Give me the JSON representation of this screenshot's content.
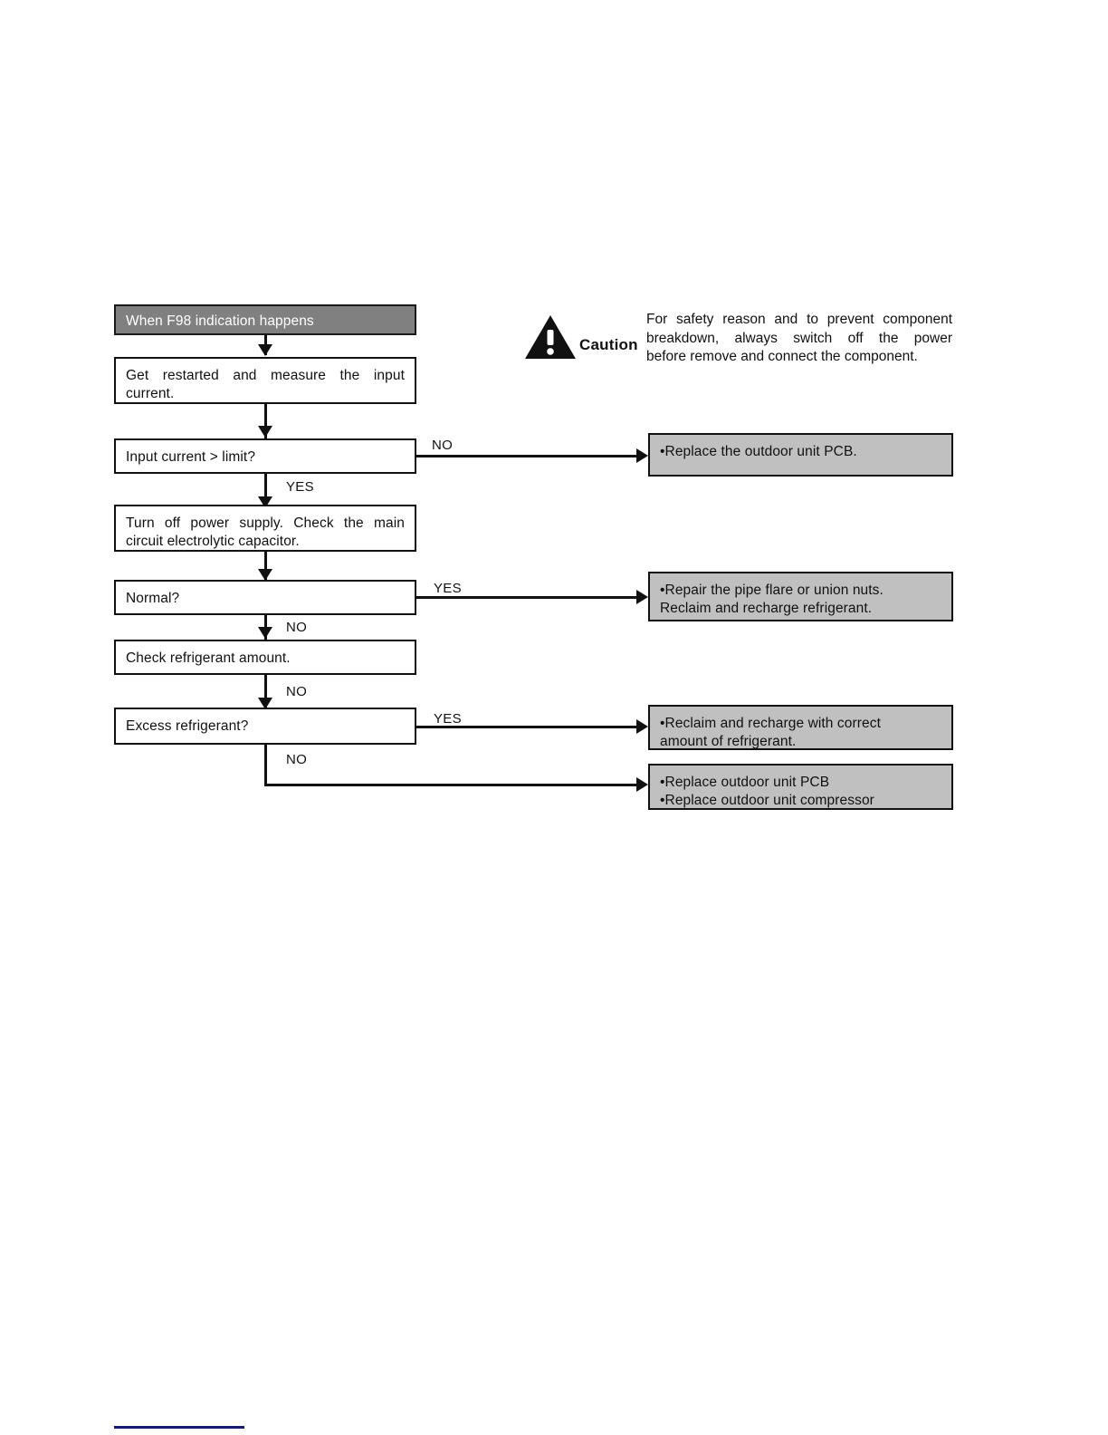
{
  "document": {
    "type": "troubleshooting-flowchart",
    "title_box": "When F98 indication happens"
  },
  "caution": {
    "icon": "warning-triangle-icon",
    "label": "Caution",
    "line1": "For safety reason and to prevent component",
    "line2": "breakdown, always switch off the power",
    "line3": "before remove and connect the component."
  },
  "flow": {
    "steps": [
      {
        "id": "start",
        "text": "When F98 indication happens"
      },
      {
        "id": "measure",
        "line1": "Get restarted and measure the input",
        "line2": "current."
      },
      {
        "id": "input-check",
        "text": "Input current > limit?"
      },
      {
        "id": "power-off",
        "line1": "Turn off power supply. Check the main",
        "line2": "circuit electrolytic capacitor."
      },
      {
        "id": "normal-check",
        "text": "Normal?"
      },
      {
        "id": "check-amount",
        "text": "Check refrigerant amount."
      },
      {
        "id": "excess-check",
        "text": "Excess refrigerant?"
      }
    ],
    "actions": [
      {
        "id": "replace-pcb",
        "line1": "•Replace the outdoor unit PCB.",
        "line2": ""
      },
      {
        "id": "repair-flare",
        "line1": "•Repair the pipe flare or union nuts.",
        "line2": "Reclaim and recharge refrigerant."
      },
      {
        "id": "recharge-correct",
        "line1": "•Reclaim and recharge with correct",
        "line2": "amount of refrigerant."
      },
      {
        "id": "replace-both",
        "line1": "•Replace outdoor unit PCB",
        "line2": "•Replace outdoor unit compressor"
      }
    ],
    "branch_labels": {
      "input_no": "NO",
      "input_yes": "YES",
      "normal_yes": "YES",
      "normal_no": "NO",
      "amount_no": "NO",
      "excess_yes": "YES",
      "excess_no": "NO"
    }
  },
  "colors": {
    "header_fill": "#808080",
    "action_fill": "#c0c0c0",
    "line": "#111111",
    "footer_rule": "#151b6e"
  }
}
